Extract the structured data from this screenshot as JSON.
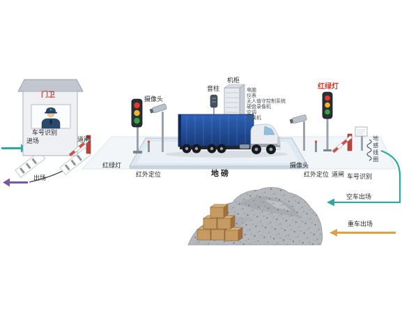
{
  "colors": {
    "teal": "#2BA8A0",
    "purple": "#7D55A8",
    "orange": "#DFA23E",
    "red": "#D43C32",
    "trailer_blue": "#1E4F9E"
  },
  "guard_house": {
    "title": "门卫",
    "plate_recognition": "车号识别"
  },
  "entry": {
    "label": "进场"
  },
  "exit": {
    "label": "出场"
  },
  "left_lane": {
    "barrier": "道闸",
    "traffic_light": "红绿灯",
    "camera": "摄像头",
    "infrared": "红外定位"
  },
  "scale": {
    "label": "地 磅",
    "speaker": "音柱"
  },
  "cabinet": {
    "label": "机柜",
    "items": [
      "电脑",
      "仪表",
      "无人值守控制系统",
      "硬盘录像机",
      "空调",
      "交换机"
    ]
  },
  "right_lane": {
    "traffic_light": "红绿灯",
    "camera": "摄像头",
    "infrared": "红外定位",
    "barrier": "道闸",
    "plate_recognition": "车号识别",
    "ground_loop": "地感线圈"
  },
  "flows": {
    "empty_exit": "空车出场",
    "loaded_exit": "重车出场"
  }
}
